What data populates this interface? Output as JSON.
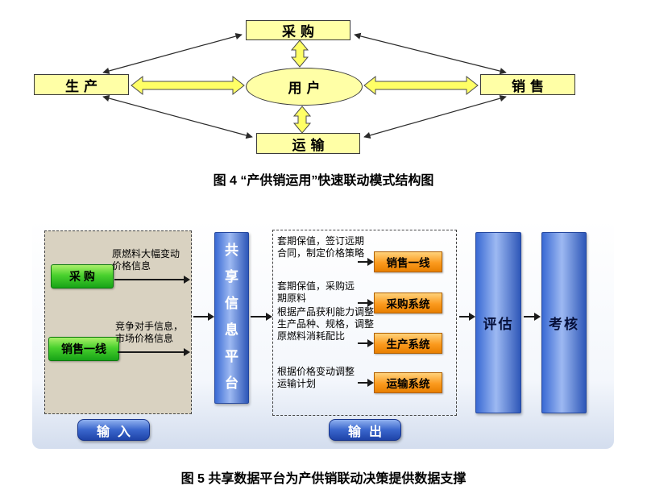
{
  "fig4": {
    "caption": "图 4  “产供销运用”快速联动模式结构图",
    "center": "用户",
    "top": "采购",
    "left": "生产",
    "right": "销售",
    "bottom": "运输"
  },
  "fig5": {
    "caption": "图 5   共享数据平台为产供销联动决策提供数据支撑",
    "input_label": "输入",
    "output_label": "输出",
    "platform": "共享信息平台",
    "eval_label": "评估",
    "assess_label": "考核",
    "inputs": [
      {
        "source": "采  购",
        "info": "原燃料大幅变动价格信息"
      },
      {
        "source": "销售一线",
        "info": "竞争对手信息，市场价格信息"
      }
    ],
    "outputs": [
      {
        "info": "套期保值，签订远期合同，制定价格策略",
        "target": "销售一线"
      },
      {
        "info": "套期保值，采购远期原料",
        "target": "采购系统"
      },
      {
        "info": "根据产品获利能力调整生产品种、规格，调整原燃料消耗配比",
        "target": "生产系统"
      },
      {
        "info": "根据价格变动调整运输计划",
        "target": "运输系统"
      }
    ]
  },
  "colors": {
    "node_yellow": "#ffffa6",
    "green_box": "#2db82d",
    "orange_box": "#f59000",
    "blue_column": "#3a66cc",
    "input_panel_bg": "#d9d2c1"
  }
}
